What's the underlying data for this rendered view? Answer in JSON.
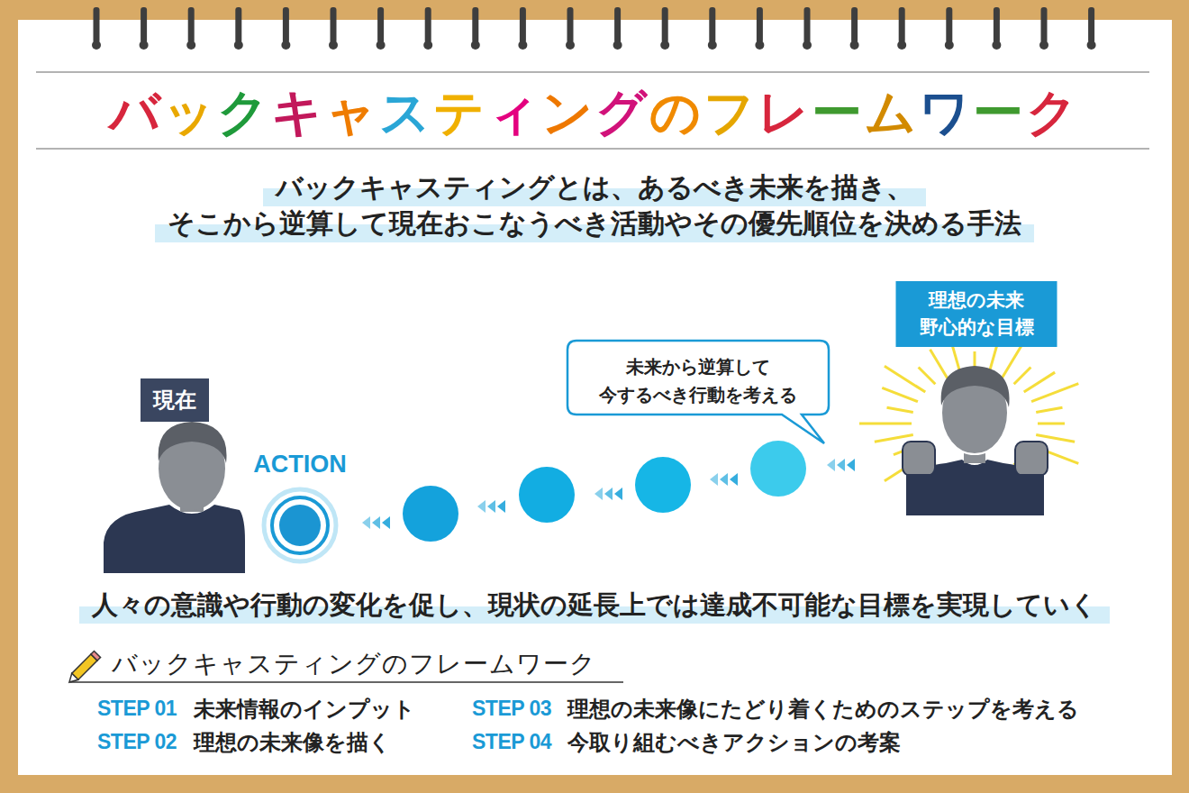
{
  "diagram": {
    "title": "バックキャスティングのフレームワーク",
    "nodes": [
      {
        "text": [
          "現在"
        ]
      },
      {
        "text": [
          "ACTION"
        ]
      },
      {
        "text": [
          "未来から逆算して 今するべき行動を考える"
        ]
      },
      {
        "text": [
          "理想の未来 野心的な目標"
        ]
      }
    ],
    "labels": [
      "バックキャスティングとは、あるべき未来を描き、",
      "そこから逆算して現在おこなうべき活動やその優先順位を決める手法",
      "人々の意識や行動の変化を促し、現状の延長上では達成不可能な目標を実現していく",
      "バックキャスティングのフレームワーク",
      "STEP 01",
      "未来情報のインプット",
      "STEP 02",
      "理想の未来像を描く",
      "STEP 03",
      "理想の未来像にたどり着くためのステップを考える",
      "STEP 04",
      "今取り組むべきアクションの考案"
    ]
  }
}
